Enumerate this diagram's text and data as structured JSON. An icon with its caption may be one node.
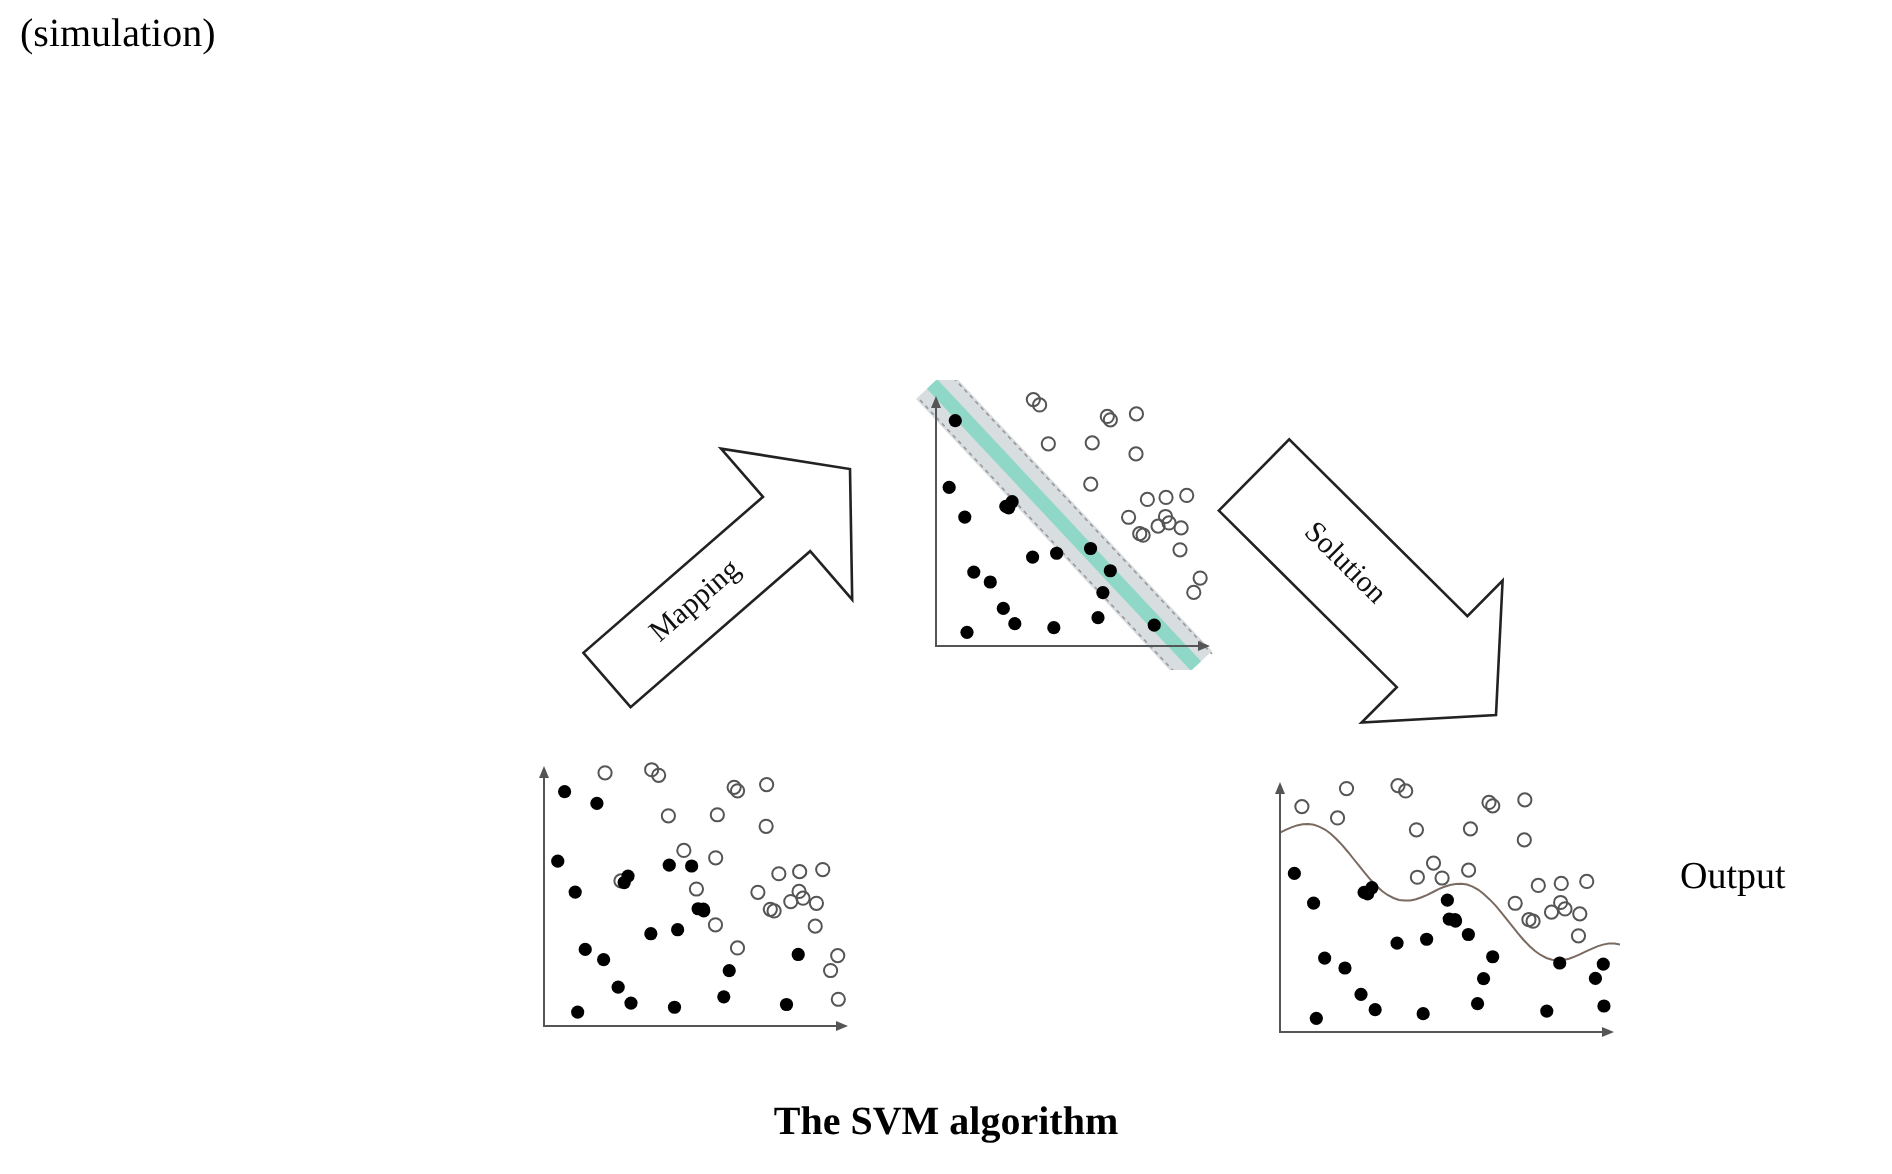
{
  "diagram": {
    "title": "The SVM algorithm",
    "nodes": [
      {
        "text": [],
        "shape": "picture"
      },
      {
        "text": [],
        "shape": "picture"
      },
      {
        "text": [],
        "shape": "picture",
        "beside": [
          "Output"
        ]
      }
    ],
    "edges": [
      {
        "from": 0,
        "to": 1,
        "arrow": "to",
        "label": "Mapping"
      },
      {
        "from": 1,
        "to": 2,
        "arrow": "to",
        "label": "Solution"
      }
    ],
    "labels": [
      "(simulation)"
    ]
  }
}
